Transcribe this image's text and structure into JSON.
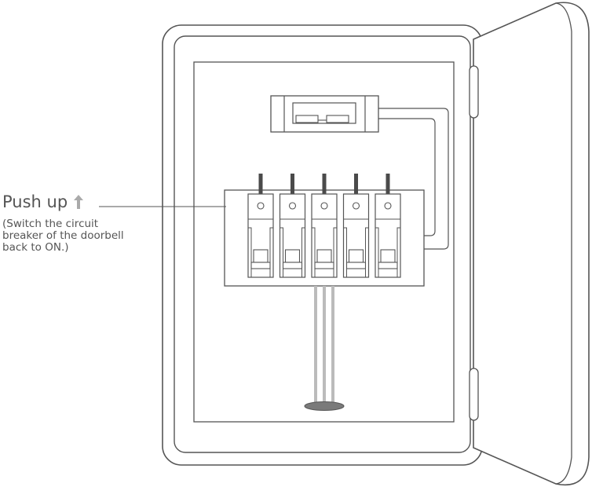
{
  "callout": {
    "title": "Push up",
    "note_lines": [
      "(Switch the circuit",
      "breaker of the doorbell",
      "back to ON.)"
    ]
  },
  "icons": {
    "direction": "arrow-up-icon"
  },
  "breakers": {
    "count": 5,
    "state": "ON"
  },
  "colors": {
    "outline": "#555555",
    "panel_fill": "#ffffff",
    "arrow": "#aaaaaa",
    "knob": "#4a4a4a",
    "wire": "#bbbbbb"
  }
}
